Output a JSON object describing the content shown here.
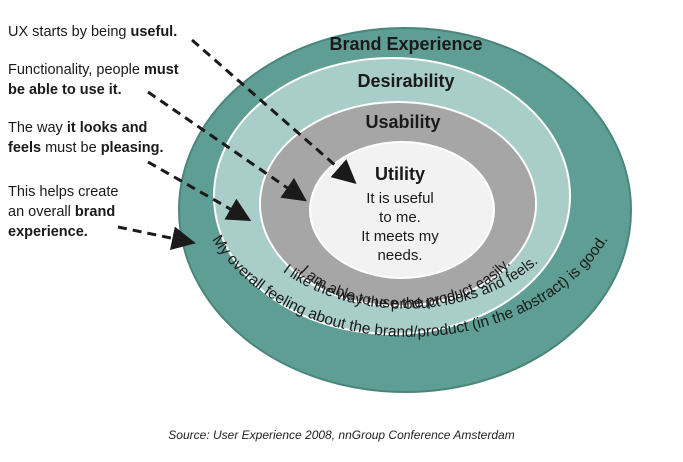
{
  "rings": {
    "brand_experience": {
      "title": "Brand Experience",
      "curved_text": "My overall feeling about the brand/product (in the abstract) is good.",
      "color": "#5f9e94"
    },
    "desirability": {
      "title": "Desirability",
      "curved_text": "I like the way the product looks and feels.",
      "color": "#a9cdc8"
    },
    "usability": {
      "title": "Usability",
      "curved_text": "I am able to use the product easily.",
      "color": "#a6a6a6"
    },
    "utility": {
      "title": "Utility",
      "lines": [
        "It is useful",
        "to me.",
        "It meets my",
        "needs."
      ],
      "color": "#f2f2f2"
    }
  },
  "notes": [
    {
      "pre": "UX starts by being ",
      "bold": "useful.",
      "post": ""
    },
    {
      "pre": "Functionality, people ",
      "bold": "must",
      "line2_bold": "be able to use it.",
      "line2_post": ""
    },
    {
      "pre": "The way ",
      "bold": "it looks and",
      "line2_bold": "feels",
      "line2_post": " must be ",
      "line2_bold2": "pleasing."
    },
    {
      "pre": "This helps create",
      "line2_pre": "an overall ",
      "line2_bold": "brand",
      "line3_bold": "experience."
    }
  ],
  "source": "Source: User Experience 2008, nnGroup Conference Amsterdam"
}
